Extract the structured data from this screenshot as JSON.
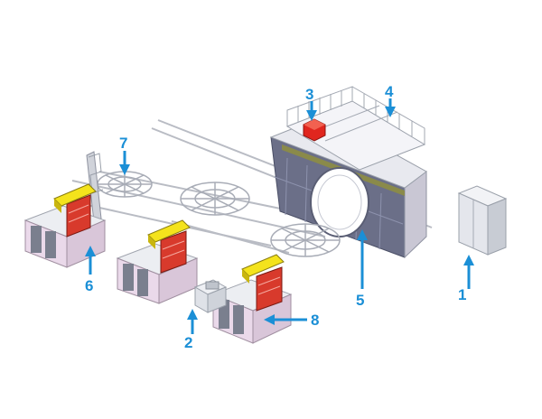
{
  "colors": {
    "background": "#ffffff",
    "callout": "#1b8fd6",
    "structure": "#c9ccd3",
    "panel_pink": "#ead9ea",
    "cabinet_red": "#d83a2c",
    "yellow": "#f4e31c",
    "dark_panel": "#6b6f88",
    "olive_band": "#8a8a4a",
    "frame_gray": "#9aa0aa"
  },
  "callouts": [
    {
      "id": "1",
      "label": "1"
    },
    {
      "id": "2",
      "label": "2"
    },
    {
      "id": "3",
      "label": "3"
    },
    {
      "id": "4",
      "label": "4"
    },
    {
      "id": "5",
      "label": "5"
    },
    {
      "id": "6",
      "label": "6"
    },
    {
      "id": "7",
      "label": "7"
    },
    {
      "id": "8",
      "label": "8"
    }
  ]
}
